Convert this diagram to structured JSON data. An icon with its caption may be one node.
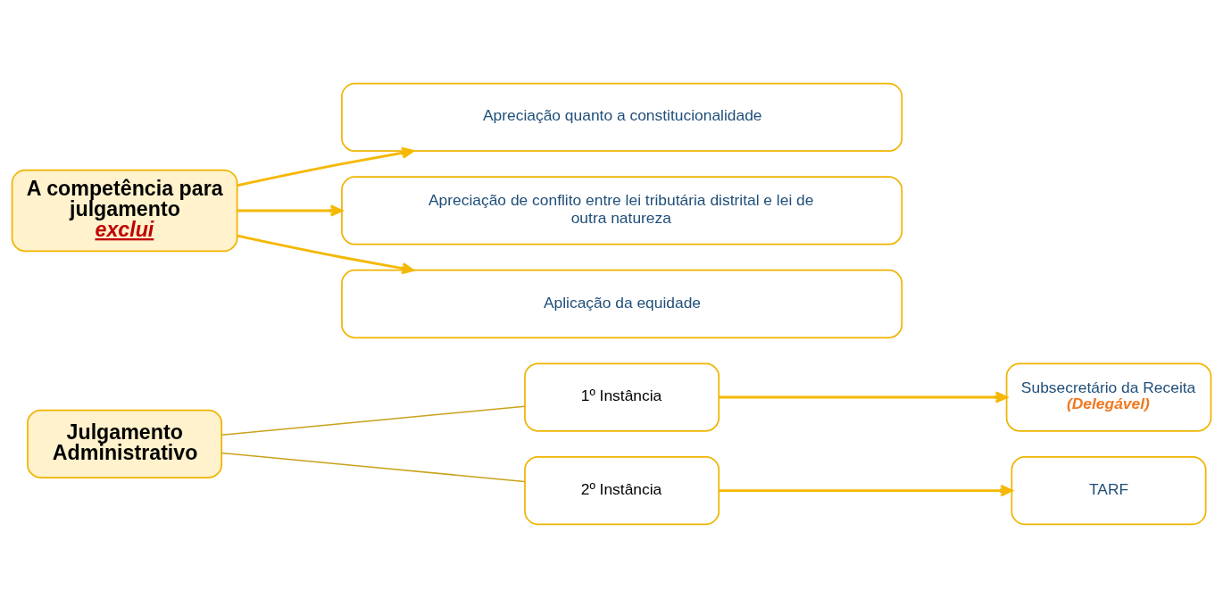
{
  "diagram": {
    "nodes": [
      {
        "text": [
          "Julgamento Administrativo"
        ]
      },
      {
        "text": [
          "1º Instância"
        ]
      },
      {
        "text": [
          "2º Instância"
        ]
      },
      {
        "text": [
          "Subsecretário da Receita",
          "(Delegável)"
        ]
      },
      {
        "text": [
          "TARF"
        ]
      },
      {
        "text": [
          "A competência para julgamento *exclui*"
        ]
      },
      {
        "text": [
          "Apreciação quanto a constitucionalidade"
        ]
      },
      {
        "text": [
          "Apreciação de conflito entre lei tributária distrital e lei de outra natureza"
        ]
      },
      {
        "text": [
          "Aplicação da equidade"
        ]
      }
    ],
    "edges": [
      {
        "from": 0,
        "to": 1,
        "arrow": "none",
        "color": "#c9a21a"
      },
      {
        "from": 0,
        "to": 2,
        "arrow": "none",
        "color": "#c9a21a"
      },
      {
        "from": 1,
        "to": 3,
        "arrow": "to"
      },
      {
        "from": 2,
        "to": 4,
        "arrow": "to"
      },
      {
        "from": 5,
        "to": 6,
        "arrow": "to"
      },
      {
        "from": 5,
        "to": 7,
        "arrow": "to"
      },
      {
        "from": 5,
        "to": 8,
        "arrow": "to"
      }
    ]
  }
}
